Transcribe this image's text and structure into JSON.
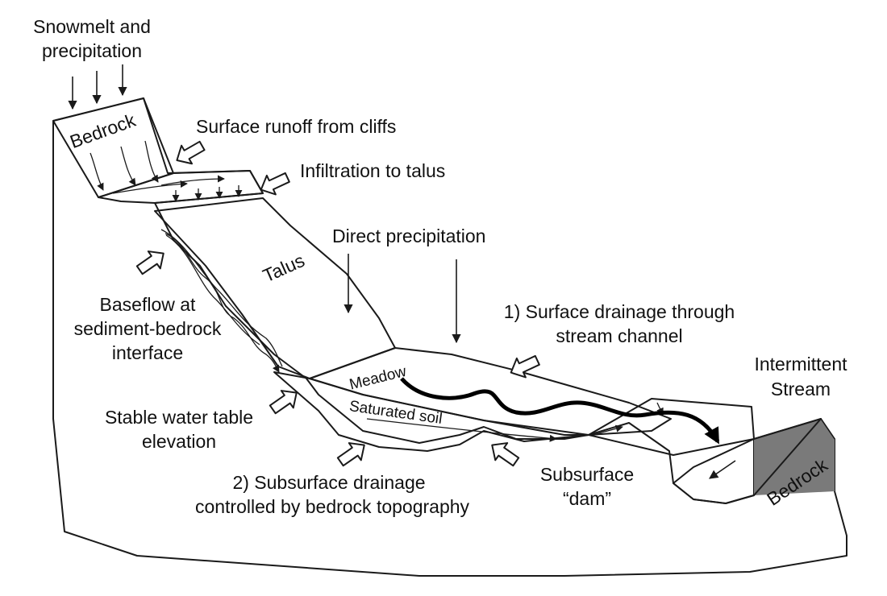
{
  "labels": {
    "snowmelt": [
      "Snowmelt and",
      "precipitation"
    ],
    "bedrock_top": "Bedrock",
    "surface_runoff": "Surface runoff from cliffs",
    "infiltration": "Infiltration to talus",
    "direct_precip": "Direct precipitation",
    "talus": "Talus",
    "baseflow": [
      "Baseflow at",
      "sediment-bedrock",
      "interface"
    ],
    "surface_drainage": [
      "1) Surface drainage through",
      "stream channel"
    ],
    "intermittent_stream": [
      "Intermittent",
      "Stream"
    ],
    "meadow": "Meadow",
    "saturated_soil": "Saturated soil",
    "stable_water_table": [
      "Stable water table",
      "elevation"
    ],
    "subsurface_drainage": [
      "2) Subsurface drainage",
      "controlled by bedrock topography"
    ],
    "subsurface_dam": [
      "Subsurface",
      "“dam”"
    ],
    "bedrock_right": "Bedrock"
  },
  "colors": {
    "bedrock": "#8c8c8c",
    "bedrock_dark": "#6f6f6f",
    "talus": "#e6e6e6",
    "meadow": "#f6f6f6",
    "saturated_soil": "#c9c9c9",
    "stream_water": "#dedede",
    "ink": "#1a1a1a"
  }
}
